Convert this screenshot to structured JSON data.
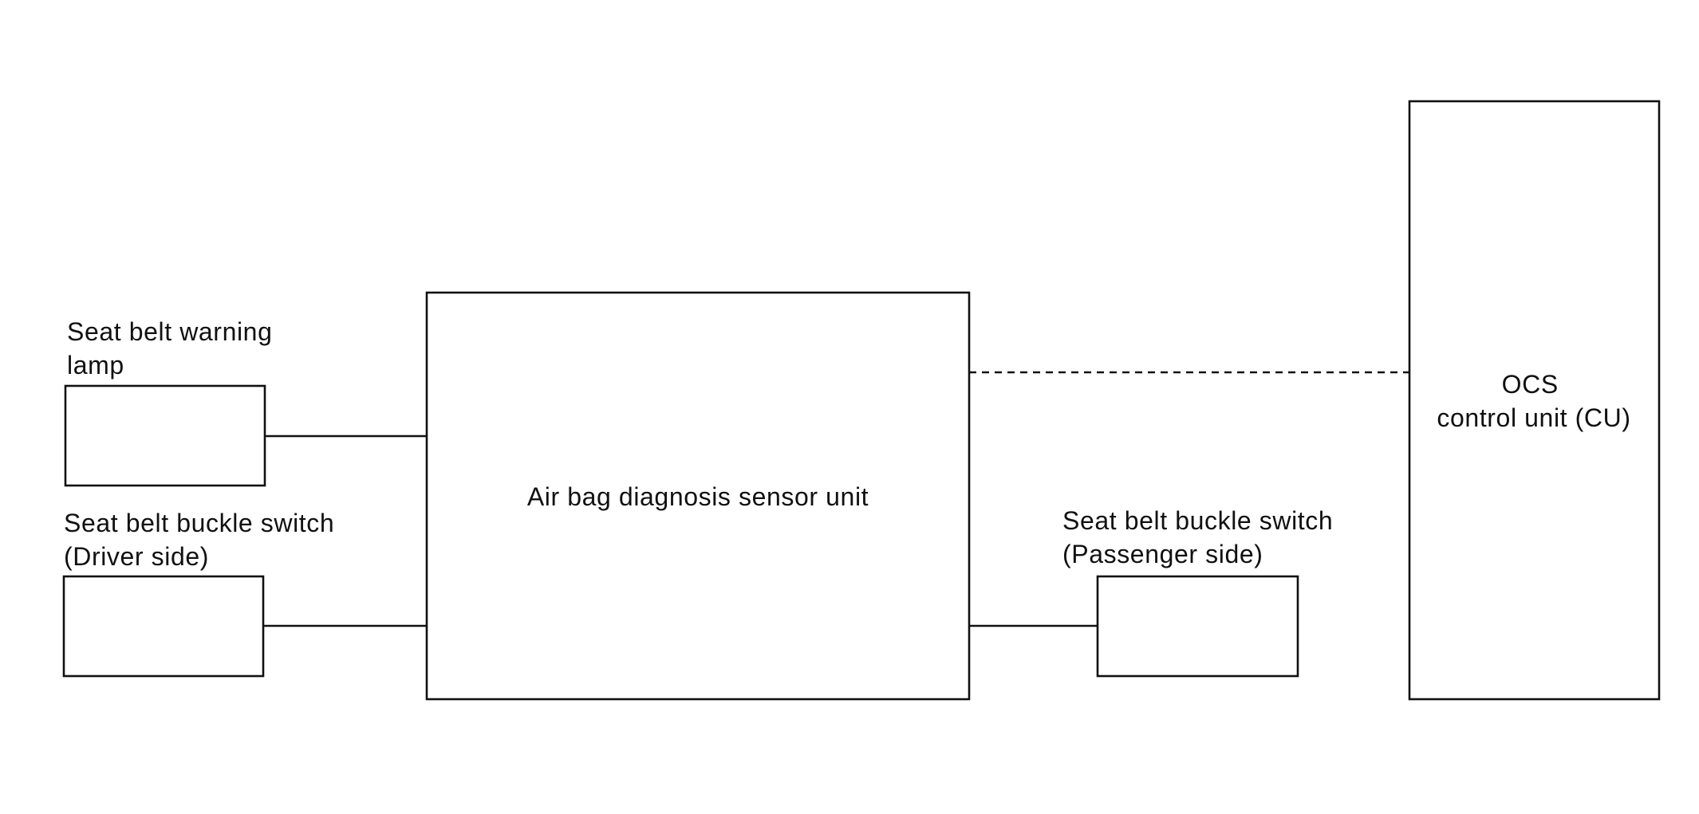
{
  "components": {
    "warning_lamp": {
      "label_lines": [
        "Seat belt warning",
        "lamp"
      ]
    },
    "buckle_switch_driver": {
      "label_lines": [
        "Seat belt buckle switch",
        "(Driver side)"
      ]
    },
    "airbag_sensor_unit": {
      "label": "Air bag diagnosis sensor unit"
    },
    "buckle_switch_passenger": {
      "label_lines": [
        "Seat belt buckle switch",
        "(Passenger side)"
      ]
    },
    "ocs_control_unit": {
      "label_lines": [
        "OCS",
        "control unit (CU)"
      ]
    }
  },
  "connections": [
    {
      "from": "warning_lamp",
      "to": "airbag_sensor_unit",
      "style": "solid"
    },
    {
      "from": "buckle_switch_driver",
      "to": "airbag_sensor_unit",
      "style": "solid"
    },
    {
      "from": "airbag_sensor_unit",
      "to": "buckle_switch_passenger",
      "style": "solid"
    },
    {
      "from": "airbag_sensor_unit",
      "to": "ocs_control_unit",
      "style": "dashed"
    }
  ],
  "colors": {
    "line": "#111111",
    "background": "#ffffff"
  }
}
